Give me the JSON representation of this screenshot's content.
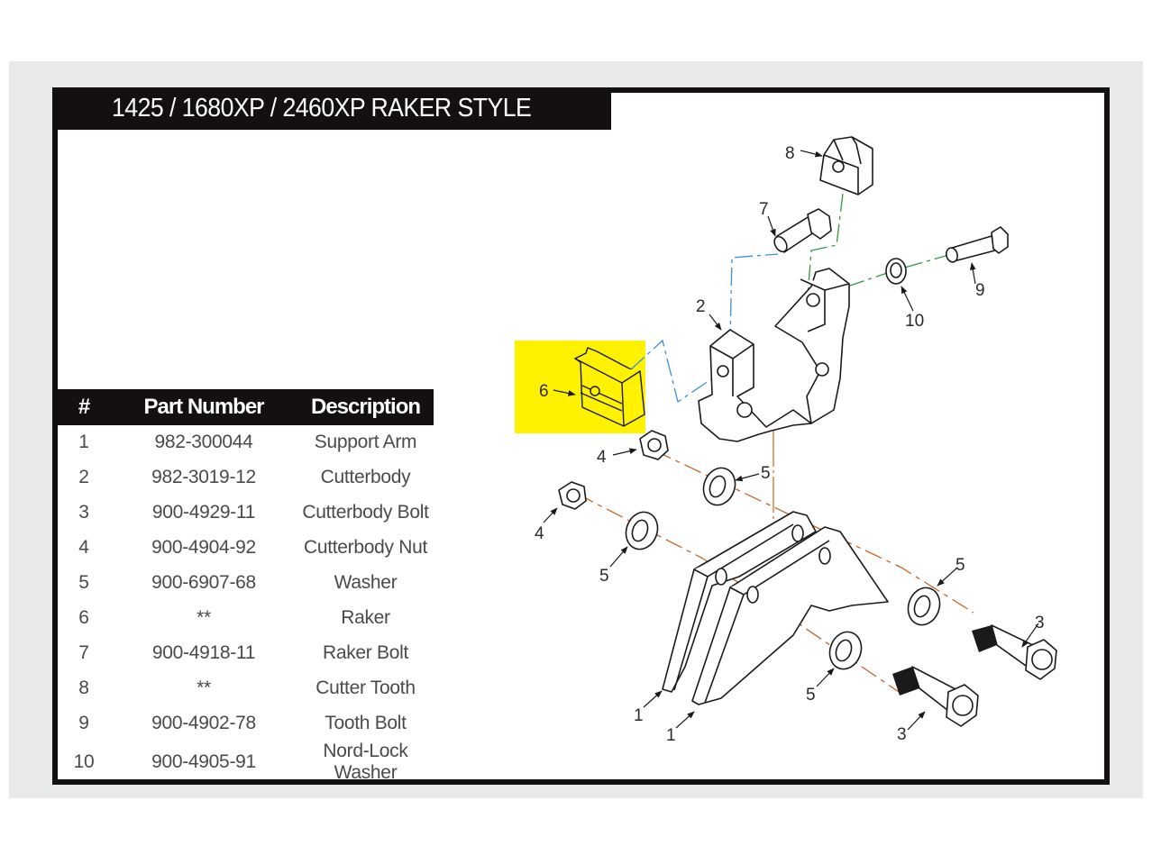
{
  "title": "1425 / 1680XP / 2460XP RAKER STYLE",
  "table": {
    "headers": [
      "#",
      "Part Number",
      "Description"
    ],
    "rows": [
      {
        "num": "1",
        "part_number": "982-300044",
        "description": "Support Arm"
      },
      {
        "num": "2",
        "part_number": "982-3019-12",
        "description": "Cutterbody"
      },
      {
        "num": "3",
        "part_number": "900-4929-11",
        "description": "Cutterbody Bolt"
      },
      {
        "num": "4",
        "part_number": "900-4904-92",
        "description": "Cutterbody Nut"
      },
      {
        "num": "5",
        "part_number": "900-6907-68",
        "description": "Washer"
      },
      {
        "num": "6",
        "part_number": "**",
        "description": "Raker"
      },
      {
        "num": "7",
        "part_number": "900-4918-11",
        "description": "Raker Bolt"
      },
      {
        "num": "8",
        "part_number": "**",
        "description": "Cutter Tooth"
      },
      {
        "num": "9",
        "part_number": "900-4902-78",
        "description": "Tooth Bolt"
      },
      {
        "num": "10",
        "part_number": "900-4905-91",
        "description": "Nord-Lock Washer"
      }
    ]
  },
  "diagram": {
    "callouts": {
      "support_arm_a": "1",
      "support_arm_b": "1",
      "cutterbody": "2",
      "cutterbody_bolt_a": "3",
      "cutterbody_bolt_b": "3",
      "cutterbody_nut_a": "4",
      "cutterbody_nut_b": "4",
      "washer_a": "5",
      "washer_b": "5",
      "washer_c": "5",
      "washer_d": "5",
      "raker": "6",
      "raker_bolt": "7",
      "cutter_tooth": "8",
      "tooth_bolt": "9",
      "nord_lock_washer": "10"
    },
    "highlighted_part": "Raker",
    "colors": {
      "highlight": "#fff200",
      "raker_line": "#3d8fd6",
      "tooth_line": "#2f9a45",
      "arm_line": "#c0652a",
      "frame": "#141011"
    }
  }
}
